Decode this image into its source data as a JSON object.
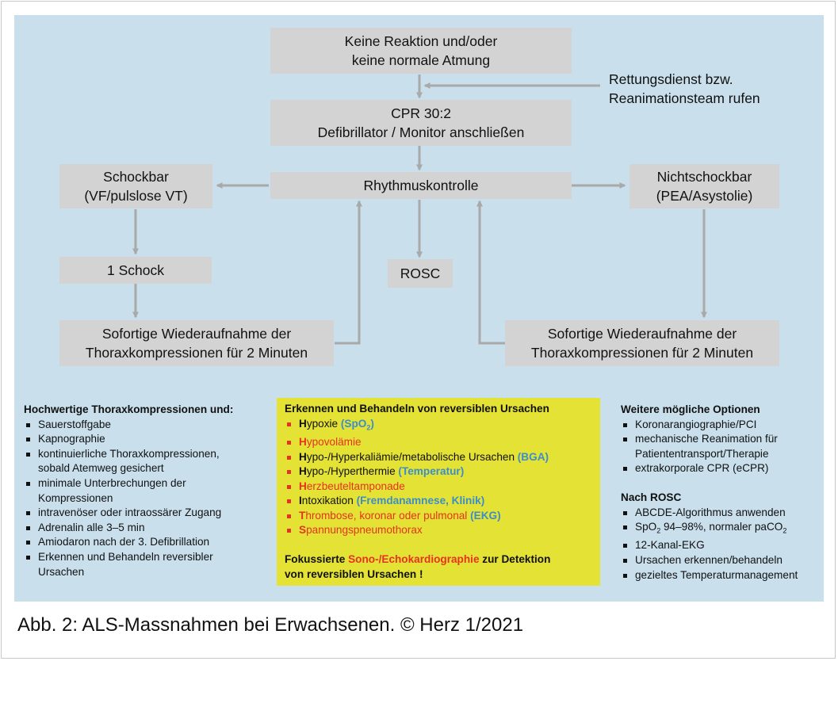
{
  "flowchart": {
    "start_line1": "Keine Reaktion und/oder",
    "start_line2": "keine normale Atmung",
    "call_line1": "Rettungsdienst bzw.",
    "call_line2": "Reanimationsteam rufen",
    "cpr_line1": "CPR 30:2",
    "cpr_line2": "Defibrillator / Monitor anschließen",
    "rhythm": "Rhythmuskontrolle",
    "shockable_line1": "Schockbar",
    "shockable_line2": "(VF/pulslose VT)",
    "nonshockable_line1": "Nichtschockbar",
    "nonshockable_line2": "(PEA/Asystolie)",
    "shock": "1 Schock",
    "rosc": "ROSC",
    "resume_left_line1": "Sofortige Wiederaufnahme der",
    "resume_left_line2": "Thoraxkompressionen für 2 Minuten",
    "resume_right_line1": "Sofortige Wiederaufnahme der",
    "resume_right_line2": "Thoraxkompressionen für 2 Minuten"
  },
  "left_column": {
    "title": "Hochwertige Thoraxkompressionen und:",
    "items": [
      "Sauerstoffgabe",
      "Kapnographie",
      "kontinuierliche Thoraxkompressionen,",
      "sobald Atemweg gesichert",
      "minimale Unterbrechungen der",
      "Kompressionen",
      "intravenöser oder intraossärer Zugang",
      "Adrenalin alle 3–5 min",
      "Amiodaron nach der 3. Defibrillation",
      "Erkennen und Behandeln reversibler",
      "Ursachen"
    ]
  },
  "middle_column": {
    "title": "Erkennen und Behandeln von reversiblen Ursachen",
    "hypoxia_initial": "H",
    "hypoxia_rest": "ypoxie",
    "hypoxia_diag_prefix": "(SpO",
    "hypoxia_diag_sub": "2",
    "hypoxia_diag_suffix": ")",
    "hypovolemia_initial": "H",
    "hypovolemia_rest": "ypovolämie",
    "hyperkalemia_initial": "H",
    "hyperkalemia_rest": "ypo-/Hyperkaliämie/metabolische Ursachen",
    "hyperkalemia_diag": "(BGA)",
    "hypothermia_initial": "H",
    "hypothermia_rest": "ypo-/Hyperthermie",
    "hypothermia_diag": "(Temperatur)",
    "tamponade_initial": "H",
    "tamponade_rest": "erzbeuteltamponade",
    "intox_initial": "I",
    "intox_rest": "ntoxikation",
    "intox_diag": "(Fremdanamnese, Klinik)",
    "thrombosis_initial": "T",
    "thrombosis_rest": "hrombose, koronar oder pulmonal",
    "thrombosis_diag": "(EKG)",
    "pneumo_initial": "S",
    "pneumo_rest": "pannungspneumothorax",
    "focus_pre": "Fokussierte",
    "focus_highlight": "Sono-/Echokardiographie",
    "focus_post": "zur Detektion",
    "focus_line2": "von reversiblen Ursachen !"
  },
  "right_column": {
    "title": "Weitere mögliche Optionen",
    "items": [
      "Koronarangiographie/PCI",
      "mechanische Reanimation für",
      "Patiententransport/Therapie",
      "extrakorporale CPR (eCPR)"
    ],
    "rosc_title": "Nach ROSC",
    "rosc_item1": "ABCDE-Algorithmus anwenden",
    "rosc_item2_pre": "SpO",
    "rosc_item2_sub": "2",
    "rosc_item2_mid": " 94–98%, normaler paCO",
    "rosc_item2_sub2": "2",
    "rosc_item3": "12-Kanal-EKG",
    "rosc_item4": "Ursachen erkennen/behandeln",
    "rosc_item5": "gezieltes Temperaturmanagement"
  },
  "caption": "Abb. 2: ALS-Massnahmen bei Erwachsenen. © Herz 1/2021",
  "colors": {
    "panel_bg": "#c9dfec",
    "box_bg": "#d3d3d3",
    "arrow": "#a9a9a9",
    "yellow_bg": "#e4e234",
    "red": "#e53320",
    "blue": "#3c8ec8"
  }
}
